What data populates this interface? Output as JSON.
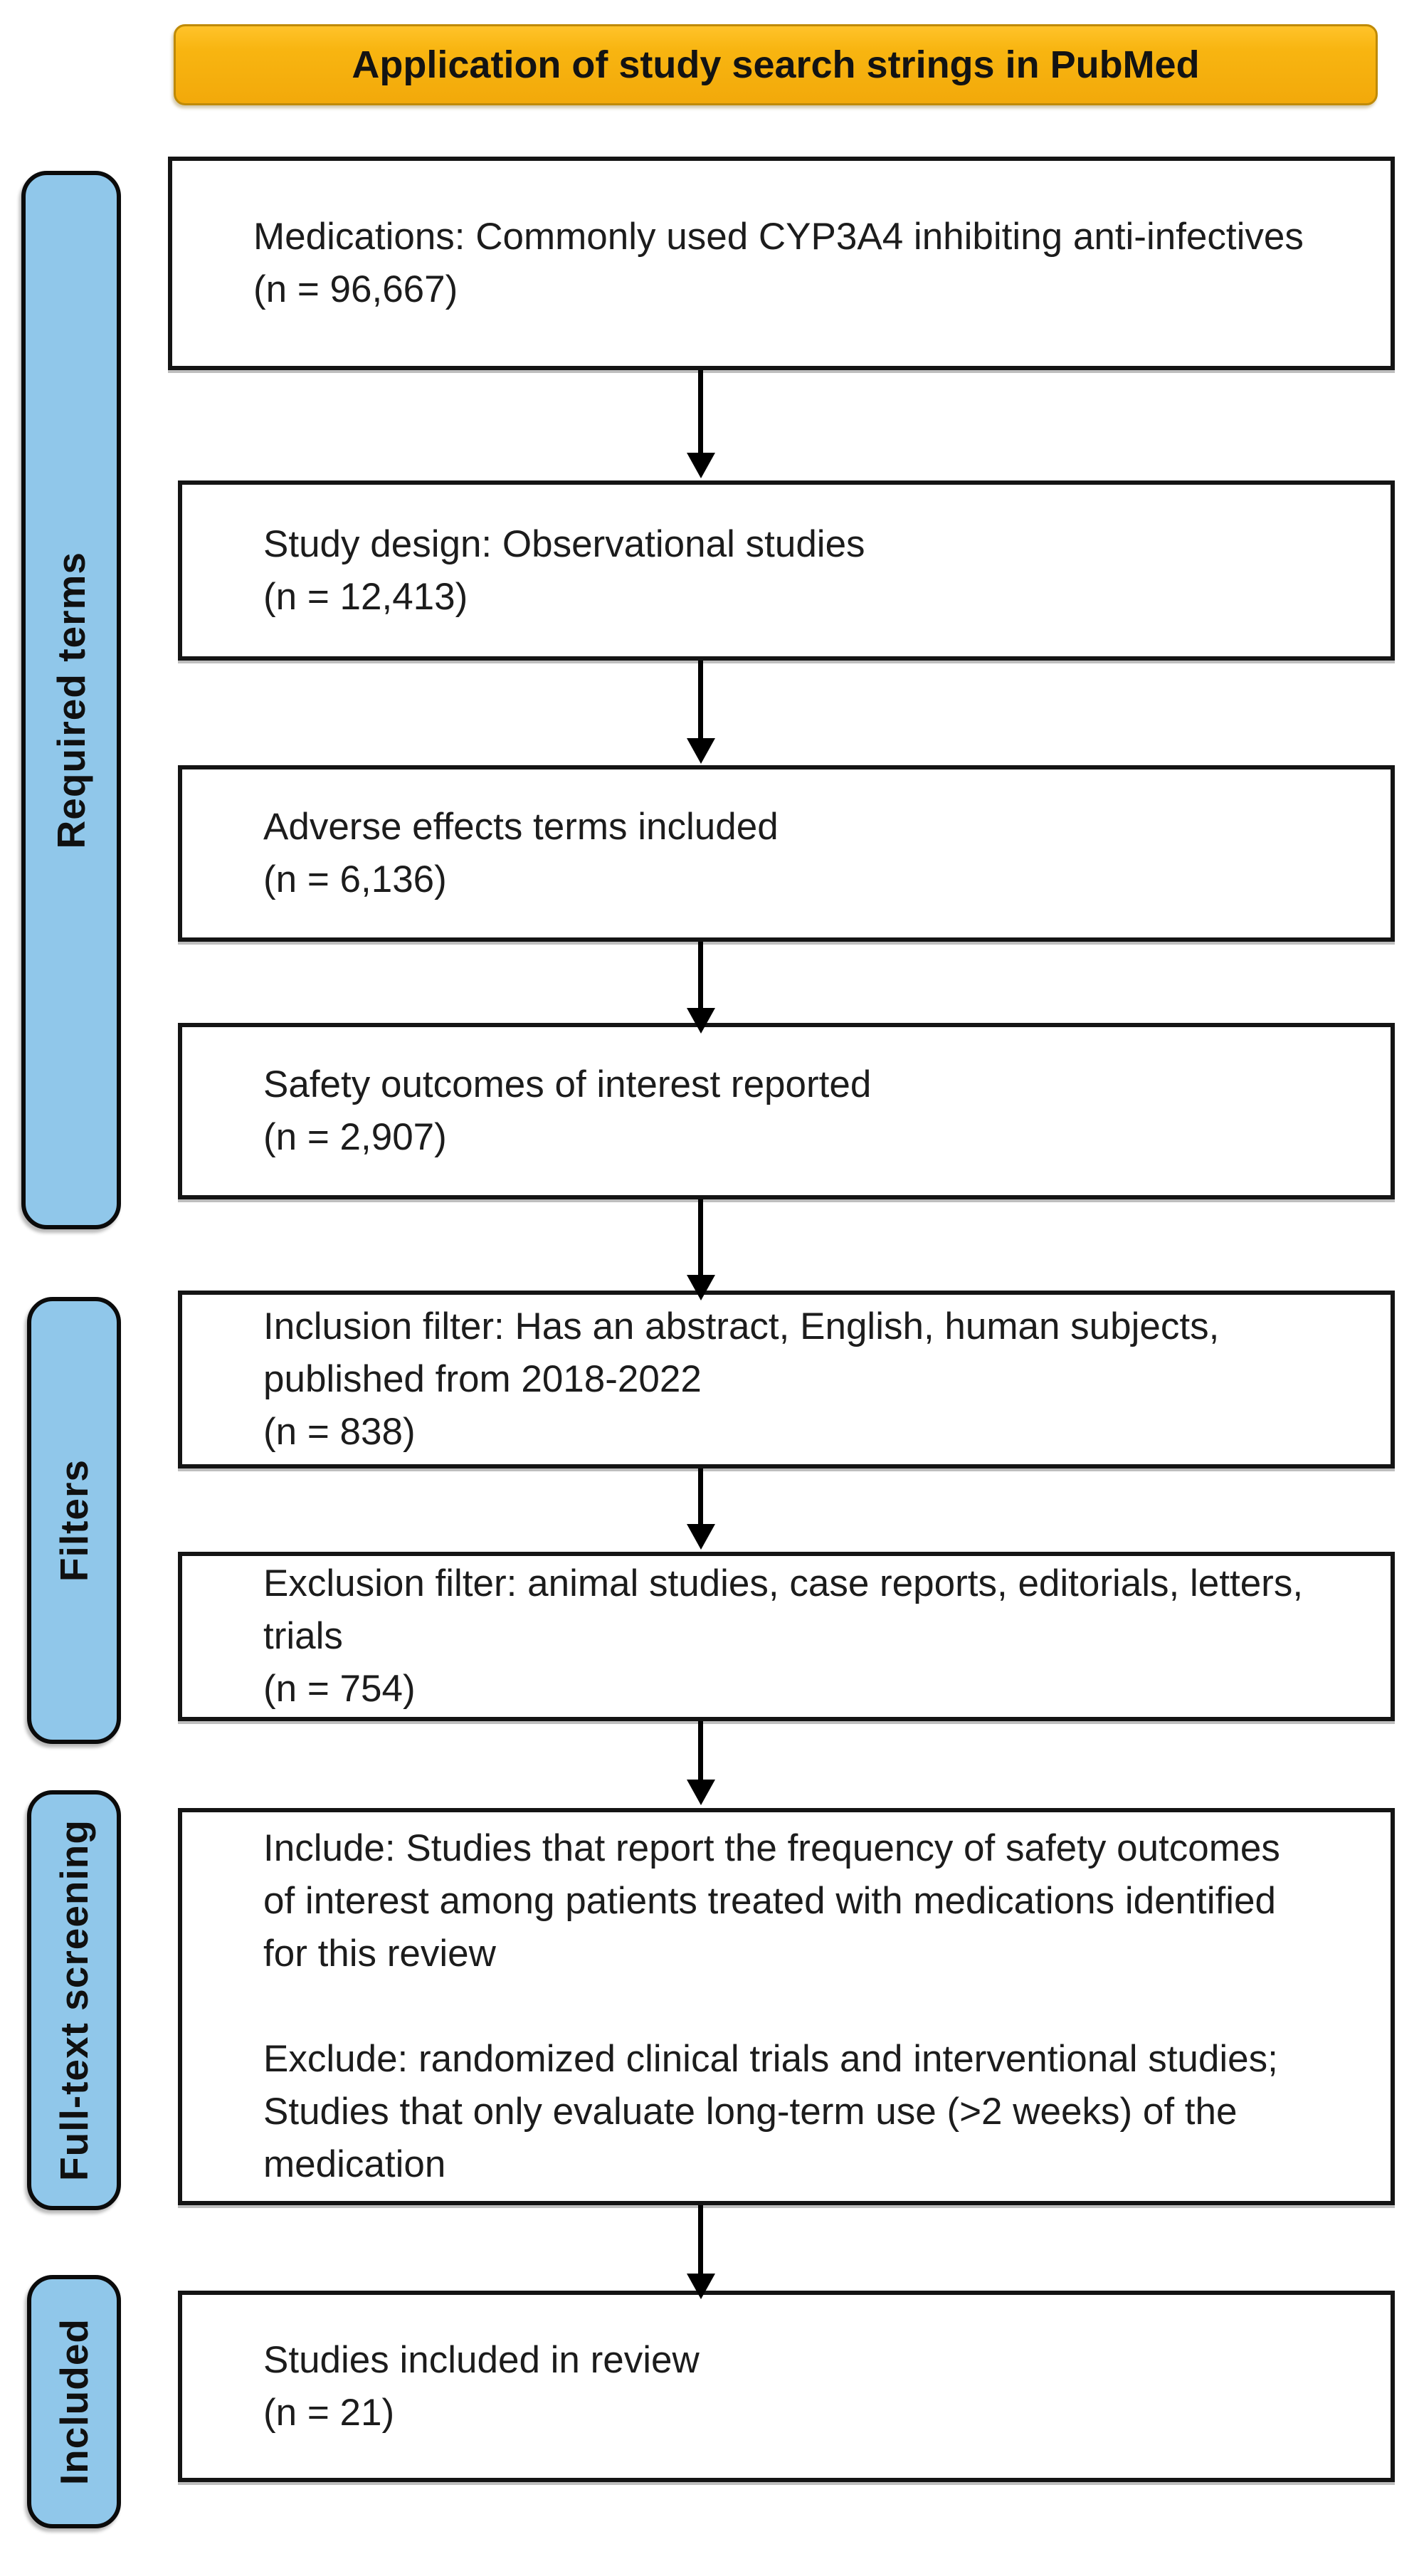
{
  "title_banner": {
    "text": "Application of study search strings in PubMed"
  },
  "side_labels": [
    {
      "label": "Required terms"
    },
    {
      "label": "Filters"
    },
    {
      "label": "Full-text screening"
    },
    {
      "label": "Included"
    }
  ],
  "flow_boxes": [
    {
      "stage": "medications",
      "n": "96,667",
      "text": "Medications: Commonly used CYP3A4 inhibiting anti-infectives\n(n = 96,667)"
    },
    {
      "stage": "study-design",
      "n": "12,413",
      "text": "Study design: Observational studies\n(n = 12,413)"
    },
    {
      "stage": "adverse-effects",
      "n": "6,136",
      "text": "Adverse effects terms included\n(n = 6,136)"
    },
    {
      "stage": "safety-outcomes",
      "n": "2,907",
      "text": "Safety outcomes of interest reported\n(n = 2,907)"
    },
    {
      "stage": "inclusion-filter",
      "n": "838",
      "text": "Inclusion filter: Has an abstract, English, human subjects,\npublished from 2018-2022\n(n = 838)"
    },
    {
      "stage": "exclusion-filter",
      "n": "754",
      "text": "Exclusion filter: animal studies, case reports, editorials, letters,\ntrials\n(n = 754)"
    },
    {
      "stage": "full-text-criteria",
      "n": "",
      "text": "Include: Studies that report the frequency of safety outcomes\nof interest among patients treated with medications identified\nfor this review\n\nExclude: randomized clinical trials and interventional studies;\nStudies that only evaluate long-term use (>2 weeks) of the\nmedication"
    },
    {
      "stage": "included-in-review",
      "n": "21",
      "text": "Studies included in review\n(n = 21)"
    }
  ],
  "colors": {
    "banner_fill": "#F8B511",
    "banner_border": "#BF8A06",
    "label_fill": "#90C7EA",
    "label_border": "#0B0B0B",
    "box_border": "#141414",
    "text_color": "#1C1C1C"
  }
}
